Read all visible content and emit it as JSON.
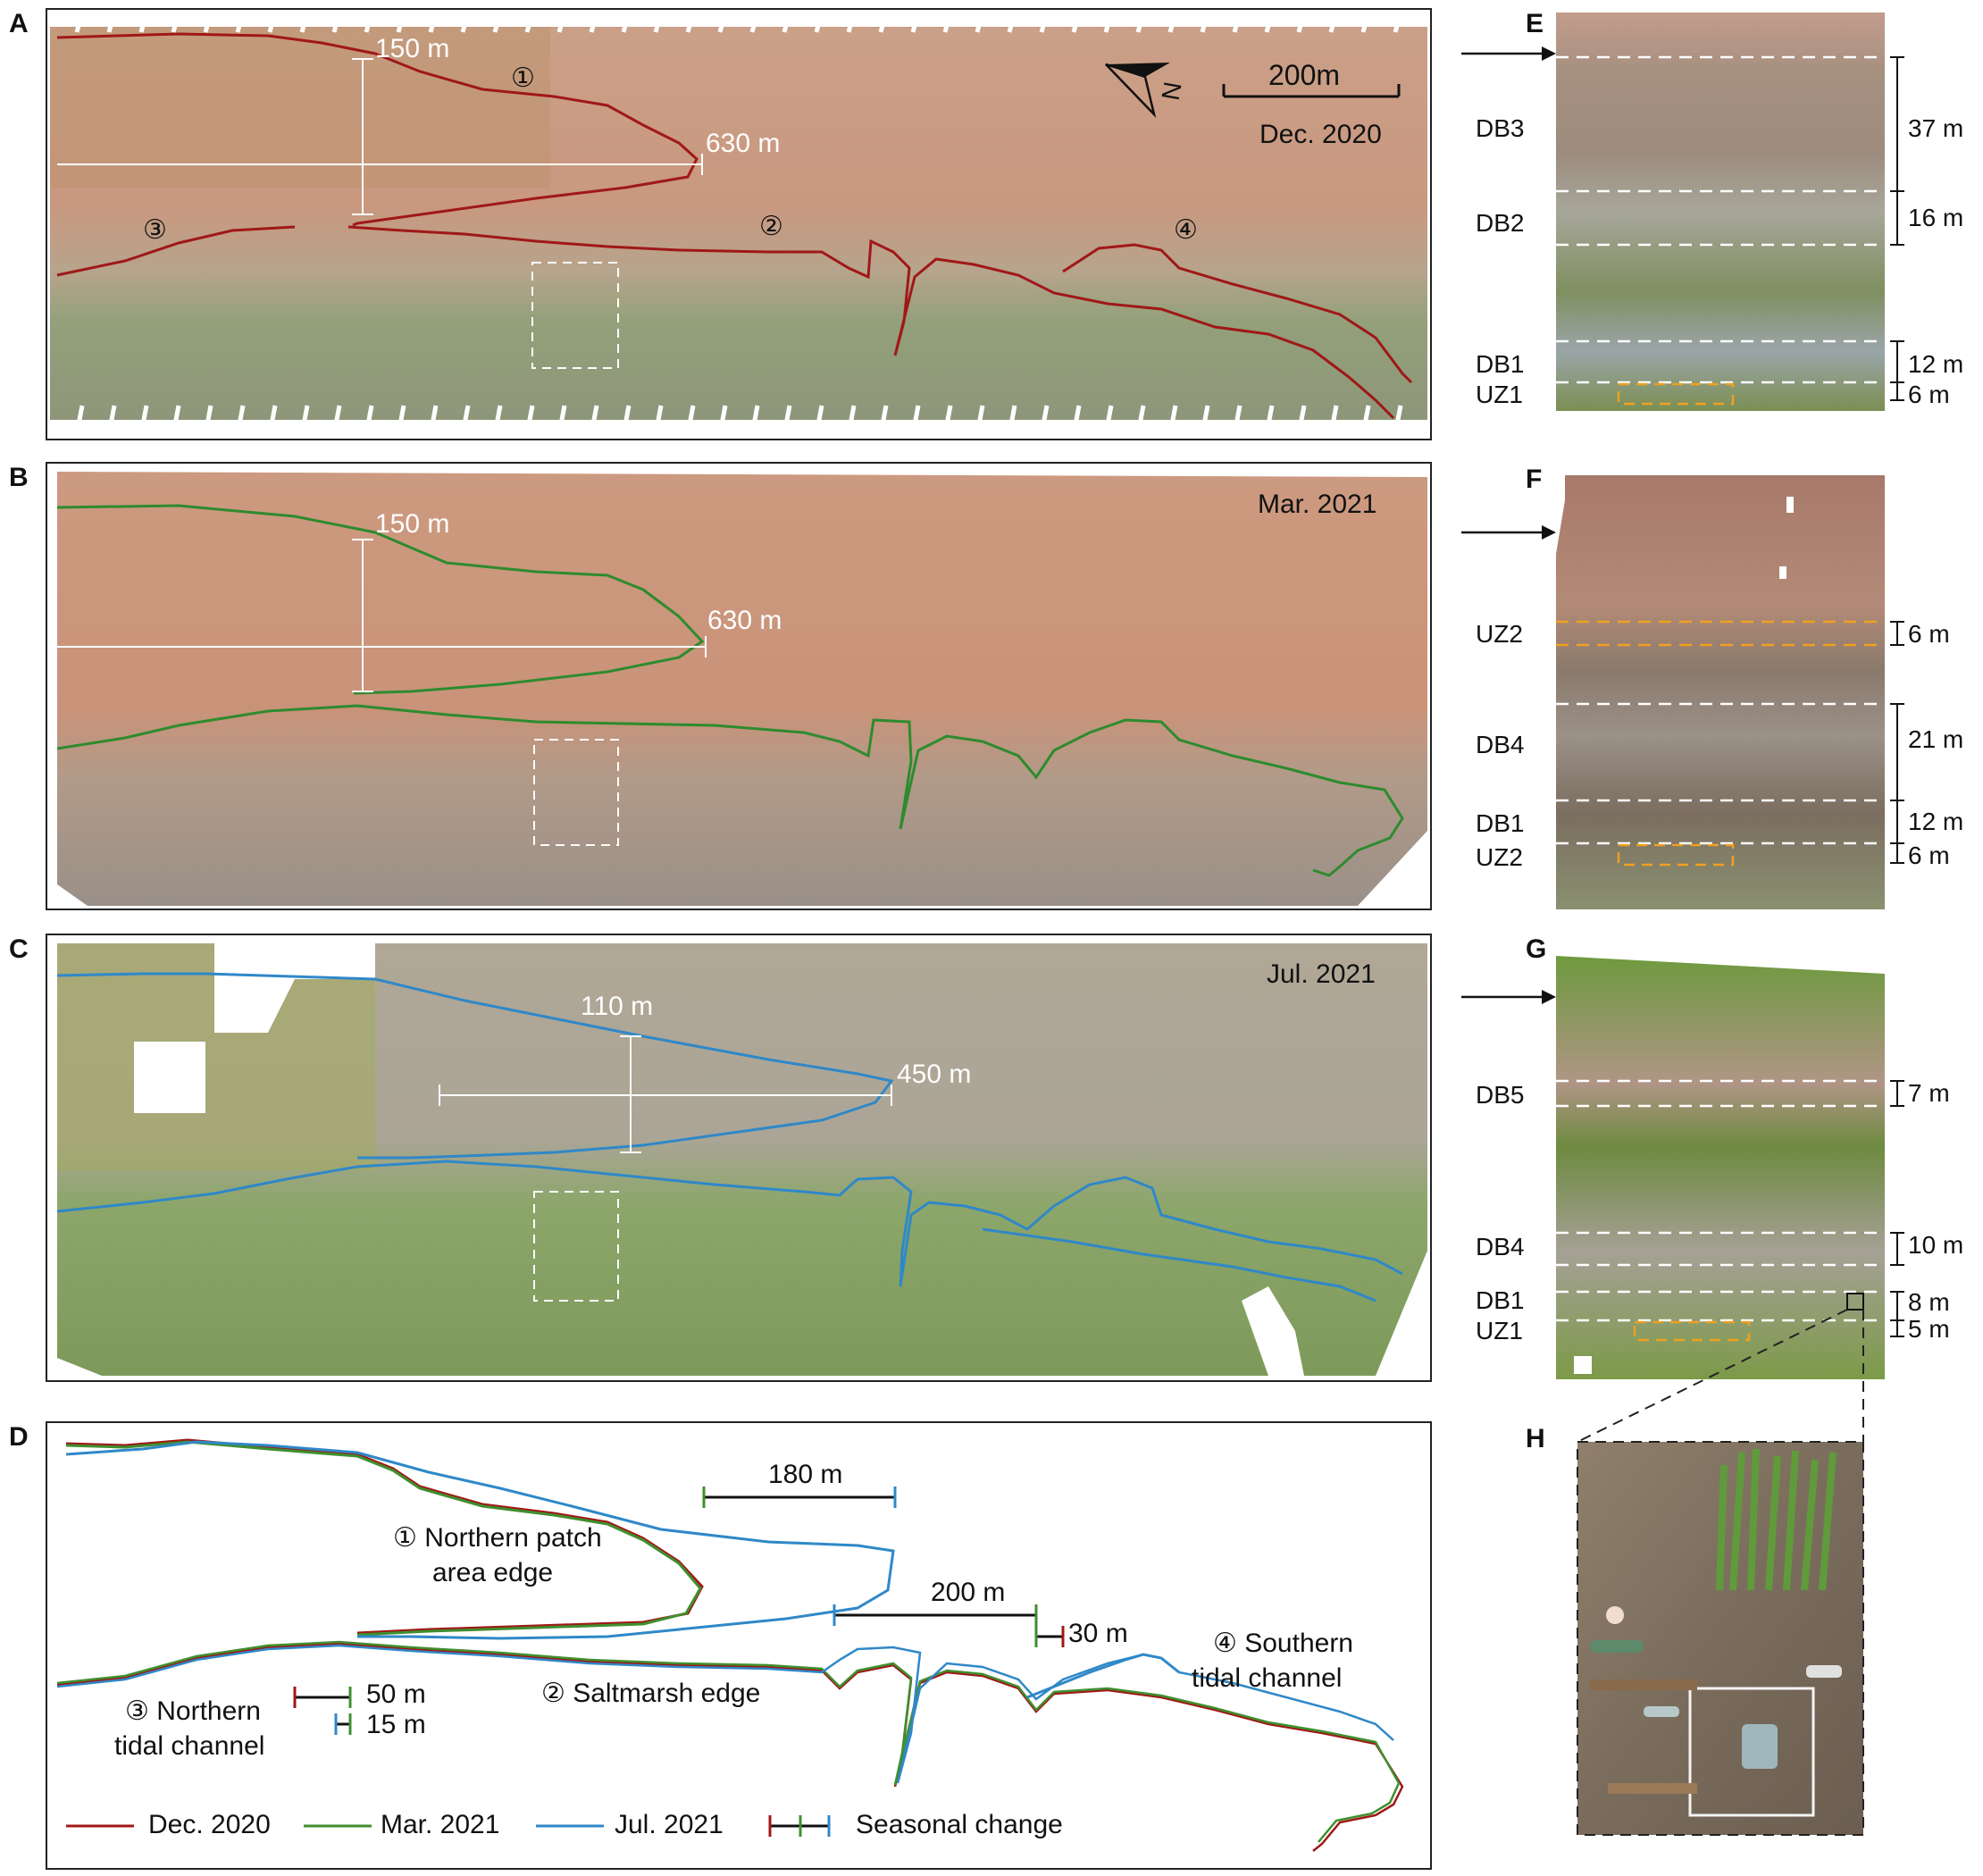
{
  "panel_labels": {
    "a": "A",
    "b": "B",
    "c": "C",
    "d": "D",
    "e": "E",
    "f": "F",
    "g": "G",
    "h": "H"
  },
  "panel_a": {
    "date": "Dec. 2020",
    "scale_label": "200m",
    "north_label": "N",
    "length_label": "630 m",
    "width_label": "150 m",
    "markers": [
      "①",
      "②",
      "③",
      "④"
    ],
    "line_color": "#a01818"
  },
  "panel_b": {
    "date": "Mar. 2021",
    "length_label": "630 m",
    "width_label": "150 m",
    "line_color": "#2e8b2e"
  },
  "panel_c": {
    "date": "Jul. 2021",
    "length_label": "450 m",
    "width_label": "110 m",
    "line_color": "#2f88c8"
  },
  "panel_d": {
    "label_northern_patch": "① Northern patch",
    "label_northern_patch_2": "area edge",
    "label_saltmarsh": "② Saltmarsh edge",
    "label_northern_tidal": "③ Northern",
    "label_northern_tidal_2": "tidal channel",
    "label_southern_tidal": "④ Southern",
    "label_southern_tidal_2": "tidal channel",
    "m180": "180 m",
    "m200": "200 m",
    "m30": "30 m",
    "m50": "50 m",
    "m15": "15 m",
    "legend": [
      {
        "label": "Dec. 2020",
        "color": "#a01818"
      },
      {
        "label": "Mar. 2021",
        "color": "#3f8f2f"
      },
      {
        "label": "Jul. 2021",
        "color": "#2f88c8"
      }
    ],
    "legend_seasonal": "Seasonal change"
  },
  "panel_e": {
    "zones": [
      "DB3",
      "DB2",
      "DB1",
      "UZ1"
    ],
    "widths": [
      "37 m",
      "16 m",
      "12 m",
      "6 m"
    ]
  },
  "panel_f": {
    "zones": [
      "UZ2",
      "DB4",
      "DB1",
      "UZ2"
    ],
    "widths": [
      "6 m",
      "21 m",
      "12 m",
      "6 m"
    ]
  },
  "panel_g": {
    "zones": [
      "DB5",
      "DB4",
      "DB1",
      "UZ1"
    ],
    "widths": [
      "7 m",
      "10 m",
      "8 m",
      "5 m"
    ]
  }
}
